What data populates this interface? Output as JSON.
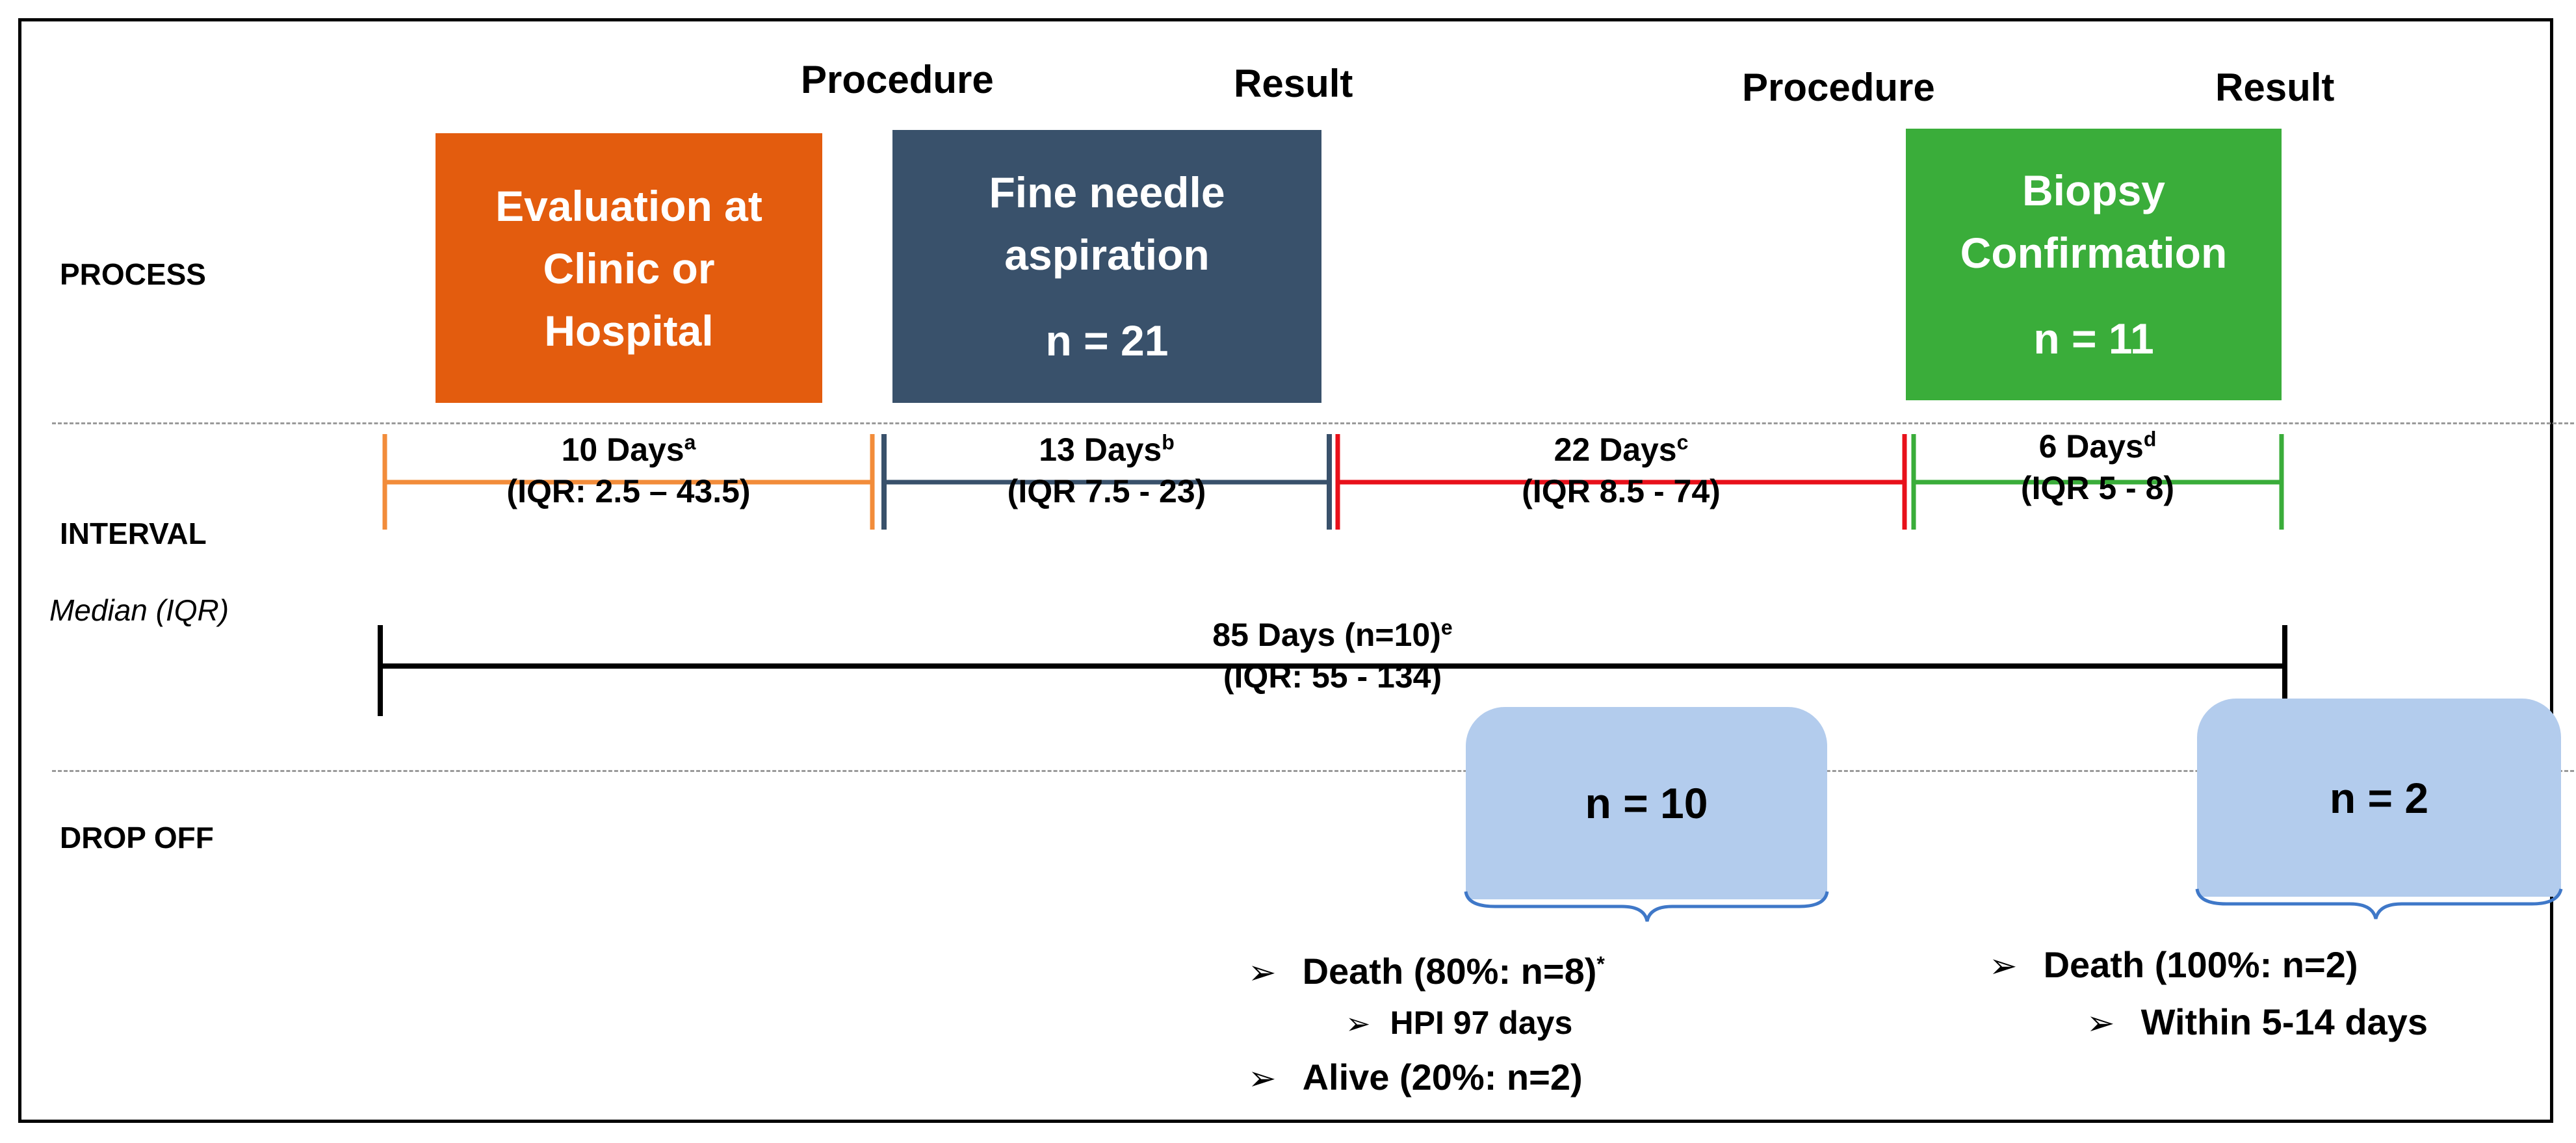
{
  "header": {
    "procedure1": "Procedure",
    "result1": "Result",
    "procedure2": "Procedure",
    "result2": "Result"
  },
  "row_labels": {
    "process": "PROCESS",
    "interval": "INTERVAL",
    "median": "Median (IQR)",
    "dropoff": "DROP OFF"
  },
  "boxes": {
    "evaluation": {
      "line1": "Evaluation at",
      "line2": "Clinic or",
      "line3": "Hospital",
      "color": "#e35c0e"
    },
    "fna": {
      "line1": "Fine needle",
      "line2": "aspiration",
      "n": "n = 21",
      "color": "#39516b"
    },
    "biopsy": {
      "line1": "Biopsy",
      "line2": "Confirmation",
      "n": "n = 11",
      "color": "#3aad3a"
    }
  },
  "intervals": [
    {
      "days": "10 Days",
      "sup": "a",
      "iqr": "(IQR: 2.5 – 43.5)",
      "color": "#f28c3a"
    },
    {
      "days": "13 Days",
      "sup": "b",
      "iqr": "(IQR 7.5 - 23)",
      "color": "#39516b"
    },
    {
      "days": "22 Days",
      "sup": "c",
      "iqr": "(IQR 8.5 - 74)",
      "color": "#e8101a"
    },
    {
      "days": "6 Days",
      "sup": "d",
      "iqr": "(IQR 5 - 8)",
      "color": "#3aad3a"
    }
  ],
  "total": {
    "days": "85 Days (n=10)",
    "sup": "e",
    "iqr": "(IQR: 55 - 134)",
    "color": "#000000"
  },
  "dropoff": {
    "left": {
      "n": "n = 10",
      "death": "Death (80%: n=8)",
      "death_mark": "*",
      "hpi": "HPI 97 days",
      "alive": "Alive (20%: n=2)"
    },
    "right": {
      "n": "n = 2",
      "death": "Death (100%: n=2)",
      "within": "Within 5-14 days"
    },
    "color": "#b3cced"
  },
  "icons": {
    "bullet": "arrowhead-bullet-icon"
  }
}
